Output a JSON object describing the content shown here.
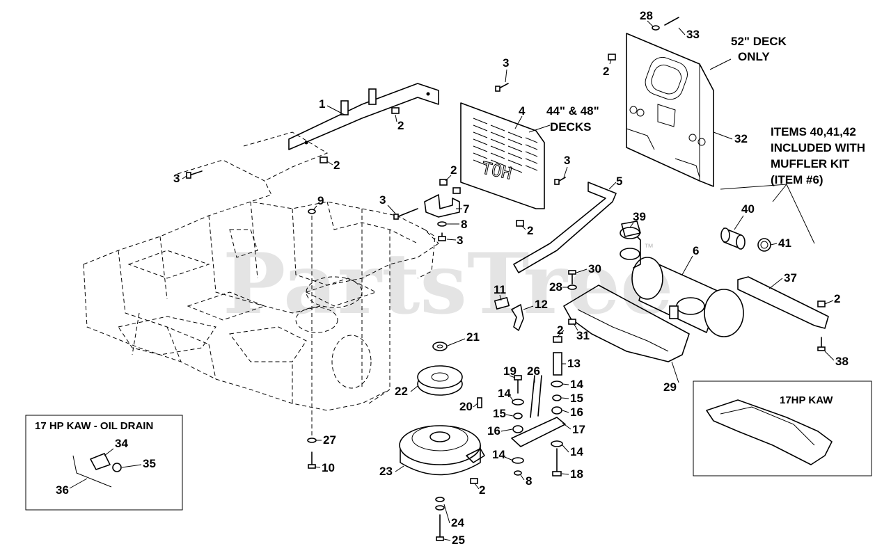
{
  "watermark": {
    "text": "PartsTree",
    "trademark": "™"
  },
  "notes": {
    "deck52": [
      "52\" DECK",
      "ONLY"
    ],
    "deck44": [
      "44\" & 48\"",
      "DECKS"
    ],
    "muffler_kit": [
      "ITEMS 40,41,42",
      "INCLUDED WITH",
      "MUFFLER KIT",
      "(ITEM #6)"
    ],
    "hp17_kaw": "17HP KAW"
  },
  "inset_oil_drain": {
    "title": "17 HP KAW - OIL DRAIN",
    "callouts": [
      "34",
      "35",
      "36"
    ]
  },
  "callouts": {
    "c1": "1",
    "c2a": "2",
    "c2b": "2",
    "c2c": "2",
    "c2d": "2",
    "c2e": "2",
    "c2f": "2",
    "c2g": "2",
    "c2h": "2",
    "c3a": "3",
    "c3b": "3",
    "c3c": "3",
    "c3d": "3",
    "c3e": "3",
    "c4": "4",
    "c5": "5",
    "c6": "6",
    "c7": "7",
    "c8a": "8",
    "c8b": "8",
    "c9": "9",
    "c10": "10",
    "c11": "11",
    "c12": "12",
    "c13": "13",
    "c14a": "14",
    "c14b": "14",
    "c14c": "14",
    "c14d": "14",
    "c15a": "15",
    "c15b": "15",
    "c16a": "16",
    "c16b": "16",
    "c17": "17",
    "c18": "18",
    "c19": "19",
    "c20": "20",
    "c21": "21",
    "c22": "22",
    "c23": "23",
    "c24": "24",
    "c25": "25",
    "c26": "26",
    "c27": "27",
    "c28a": "28",
    "c28b": "28",
    "c29": "29",
    "c30": "30",
    "c31": "31",
    "c32": "32",
    "c33": "33",
    "c37": "37",
    "c38": "38",
    "c39": "39",
    "c40": "40",
    "c41": "41"
  },
  "shield_letters": "TOH"
}
